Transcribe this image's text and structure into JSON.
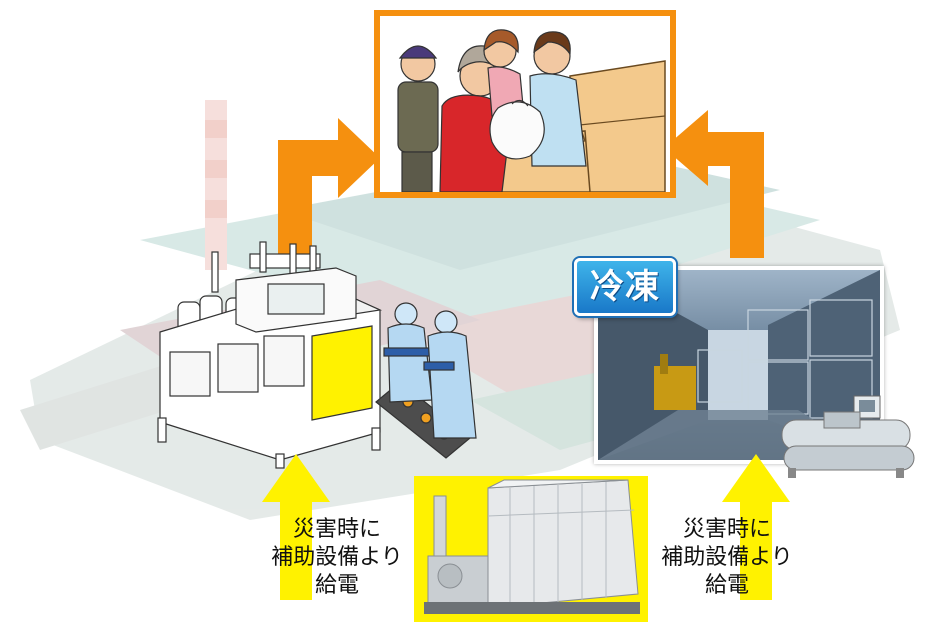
{
  "left_caption": [
    "災害時に",
    "補助設備より",
    "給電"
  ],
  "right_caption": [
    "災害時に",
    "補助設備より",
    "給電"
  ],
  "freezer_tag": "冷凍",
  "colors": {
    "orange_arrow": "#f5900f",
    "yellow_arrow": "#fff200",
    "generator_bg": "#fff200",
    "delivery_frame": "#f5900f",
    "tag_blue": "#1f8ad8"
  },
  "icons": {
    "top": "people-receiving-supplies-illustration",
    "left": "food-processing-machine-illustration",
    "right": "freezer-warehouse-photo",
    "bottom": "auxiliary-generator-photo"
  }
}
